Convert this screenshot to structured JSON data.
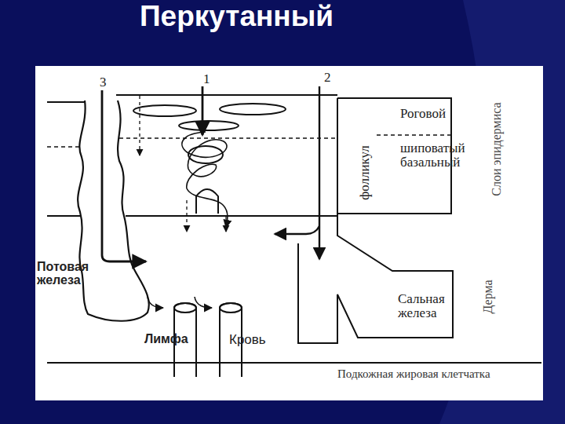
{
  "diagram": {
    "title": "Перкутанный",
    "labels": [
      "1",
      "2",
      "3",
      "Роговой",
      "шиповатый базальный",
      "фолликул",
      "Слои эпидермиса",
      "Потовая железа",
      "Лимфа",
      "Кровь",
      "Сальная железа",
      "Дерма",
      "Подкожная жировая клетчатка"
    ]
  }
}
